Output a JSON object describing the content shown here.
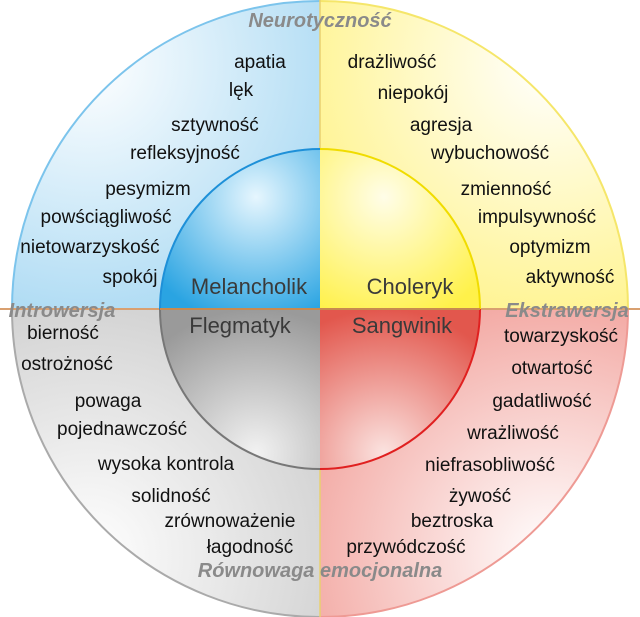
{
  "axes": {
    "top": "Neurotyczność",
    "left": "Introwersja",
    "right": "Ekstrawersja",
    "bottom": "Równowaga emocjonalna"
  },
  "temperaments": {
    "melancholic": "Melancholik",
    "choleric": "Choleryk",
    "phlegmatic": "Flegmatyk",
    "sanguine": "Sangwinik"
  },
  "colors": {
    "melancholic": "#29a3e0",
    "choleric": "#ffee00",
    "phlegmatic": "#999999",
    "sanguine": "#e0443a"
  },
  "traits": {
    "melancholic": [
      "apatia",
      "lęk",
      "sztywność",
      "refleksyjność",
      "pesymizm",
      "powściągliwość",
      "nietowarzyskość",
      "spokój"
    ],
    "choleric": [
      "drażliwość",
      "niepokój",
      "agresja",
      "wybuchowość",
      "zmienność",
      "impulsywność",
      "optymizm",
      "aktywność"
    ],
    "phlegmatic": [
      "bierność",
      "ostrożność",
      "powaga",
      "pojednawczość",
      "wysoka kontrola",
      "solidność",
      "zrównoważenie",
      "łagodność"
    ],
    "sanguine": [
      "towarzyskość",
      "otwartość",
      "gadatliwość",
      "wrażliwość",
      "niefrasobliwość",
      "żywość",
      "beztroska",
      "przywódczość"
    ]
  }
}
